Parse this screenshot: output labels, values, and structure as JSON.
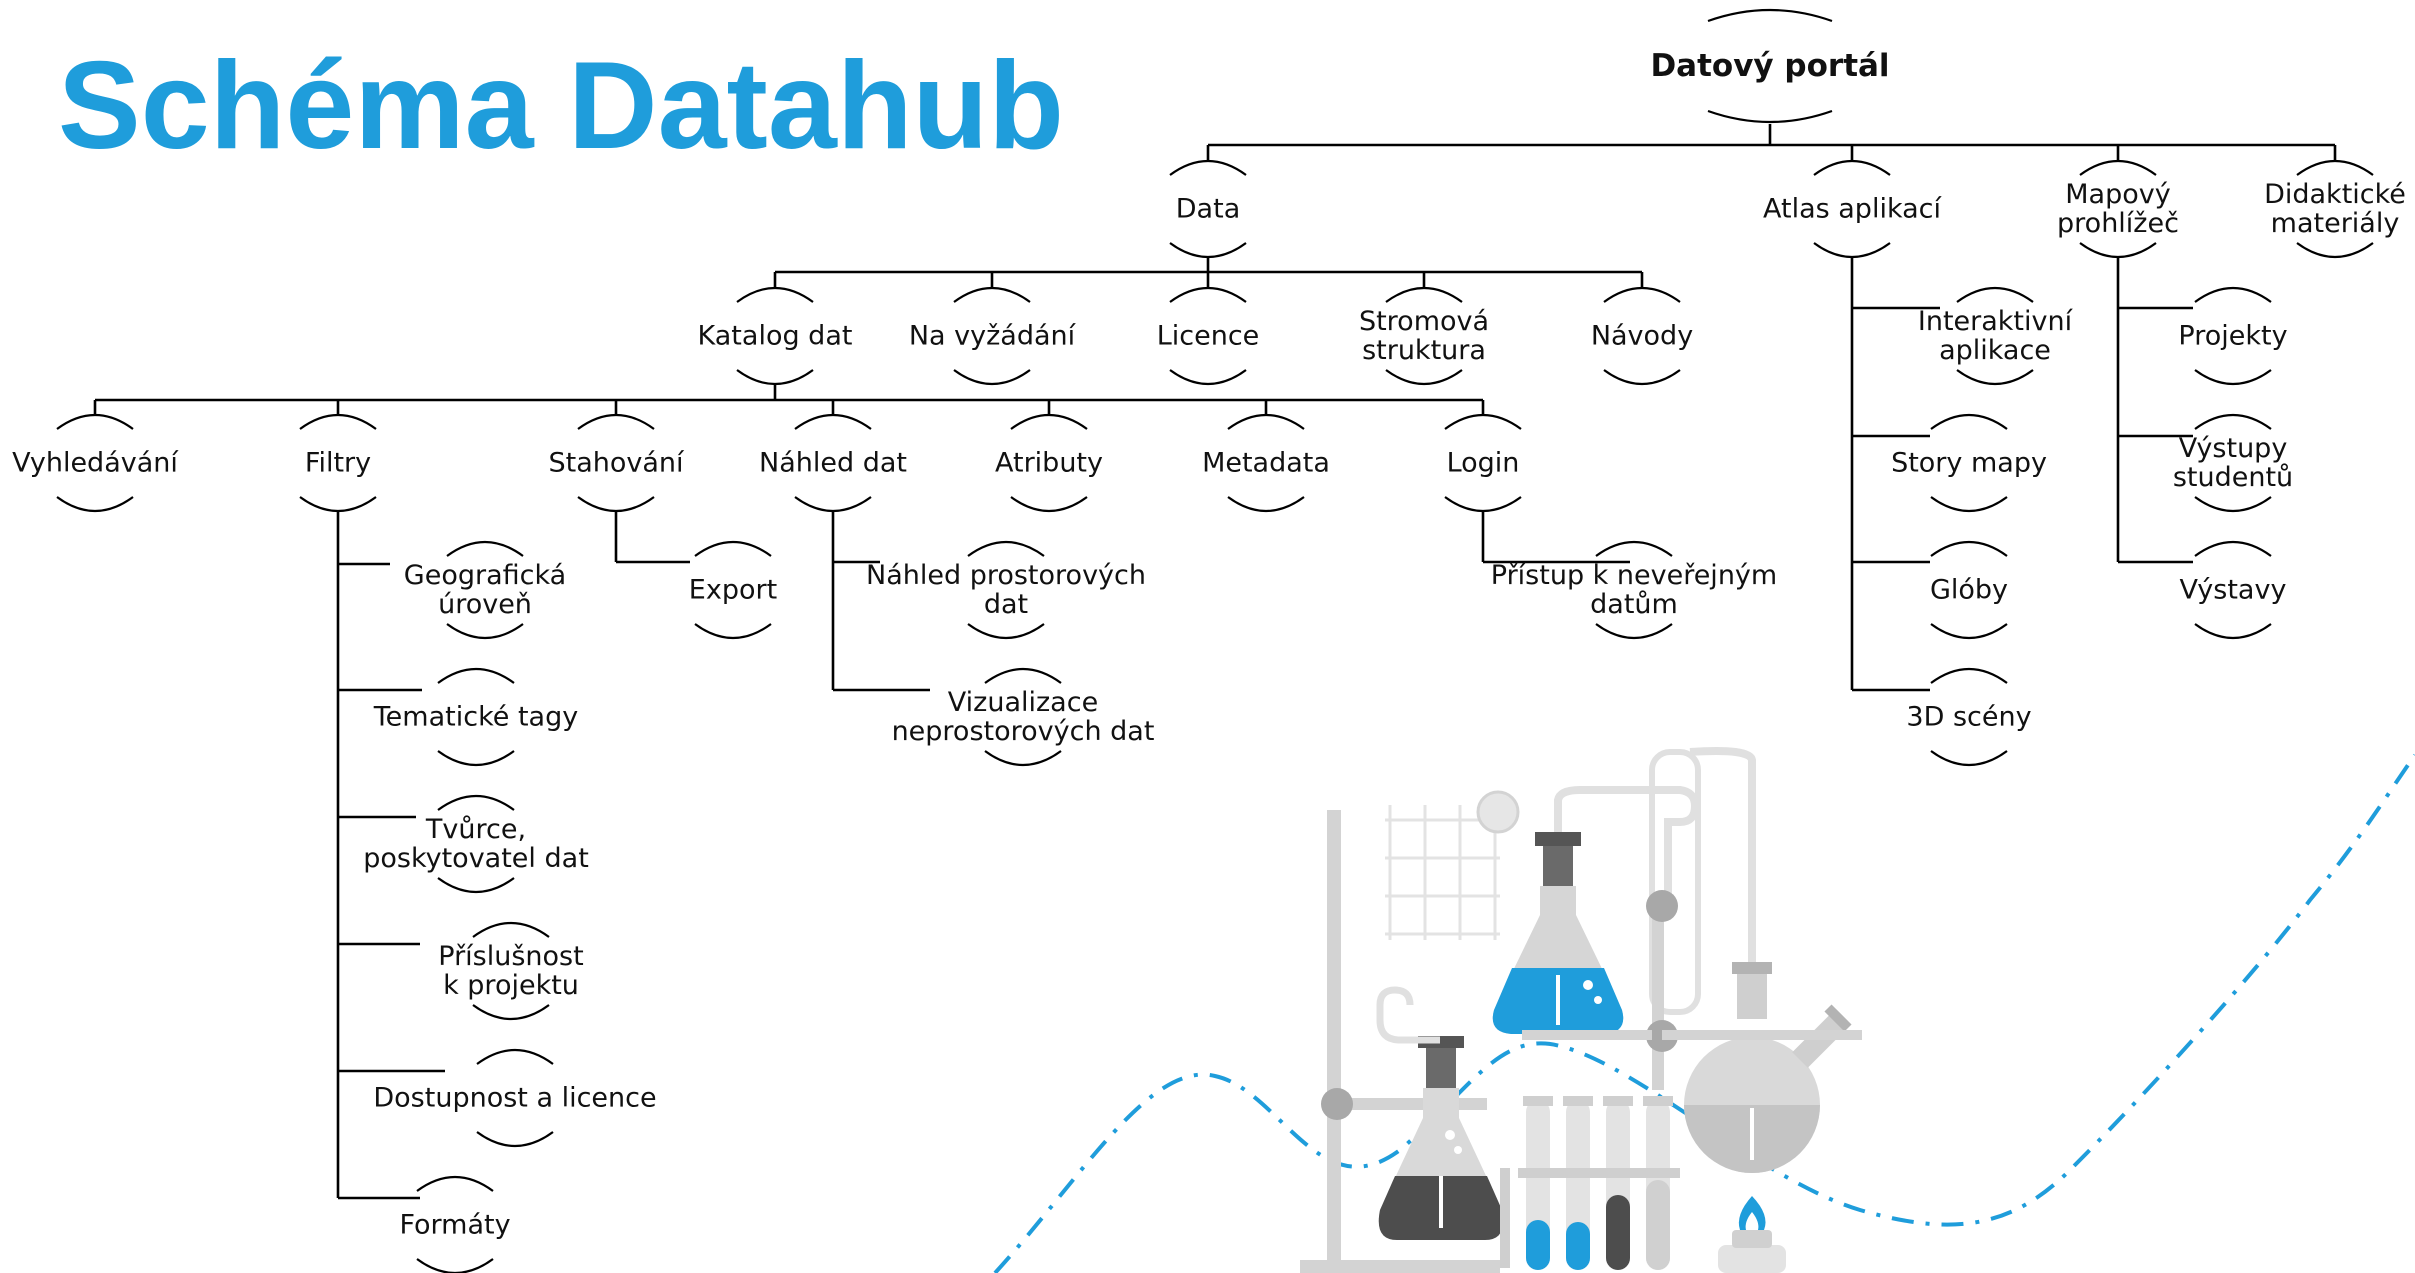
{
  "title": "Schéma Datahub",
  "colors": {
    "accent": "#1f9ddb",
    "line": "#000000",
    "glass": "#d3d3d3",
    "dark": "#555555",
    "blue_liquid": "#1f9ddb"
  },
  "nodes": {
    "root": [
      "Datový portál"
    ],
    "data": [
      "Data"
    ],
    "atlas": [
      "Atlas aplikací"
    ],
    "mapovy": [
      "Mapový",
      "prohlížeč"
    ],
    "didakticke": [
      "Didaktické",
      "materiály"
    ],
    "katalog": [
      "Katalog dat"
    ],
    "vyzadani": [
      "Na vyžádání"
    ],
    "licence": [
      "Licence"
    ],
    "stromova": [
      "Stromová",
      "struktura"
    ],
    "navody": [
      "Návody"
    ],
    "vyhledavani": [
      "Vyhledávání"
    ],
    "filtry": [
      "Filtry"
    ],
    "stahovani": [
      "Stahování"
    ],
    "nahled": [
      "Náhled dat"
    ],
    "atributy": [
      "Atributy"
    ],
    "metadata": [
      "Metadata"
    ],
    "login": [
      "Login"
    ],
    "geo": [
      "Geografická",
      "úroveň"
    ],
    "tagy": [
      "Tematické tagy"
    ],
    "tvurce": [
      "Tvůrce,",
      "poskytovatel dat"
    ],
    "prislusnost": [
      "Příslušnost",
      "k projektu"
    ],
    "dostupnost": [
      "Dostupnost a licence"
    ],
    "formaty": [
      "Formáty"
    ],
    "export": [
      "Export"
    ],
    "nahled_prost": [
      "Náhled prostorových",
      "dat"
    ],
    "vizualizace": [
      "Vizualizace",
      "neprostorových dat"
    ],
    "pristup": [
      "Přístup k neveřejným",
      "datům"
    ],
    "interaktivni": [
      "Interaktivní",
      "aplikace"
    ],
    "story": [
      "Story mapy"
    ],
    "globy": [
      "Glóby"
    ],
    "sceny": [
      "3D scény"
    ],
    "projekty": [
      "Projekty"
    ],
    "vystupy": [
      "Výstupy",
      "studentů"
    ],
    "vystavy": [
      "Výstavy"
    ]
  }
}
